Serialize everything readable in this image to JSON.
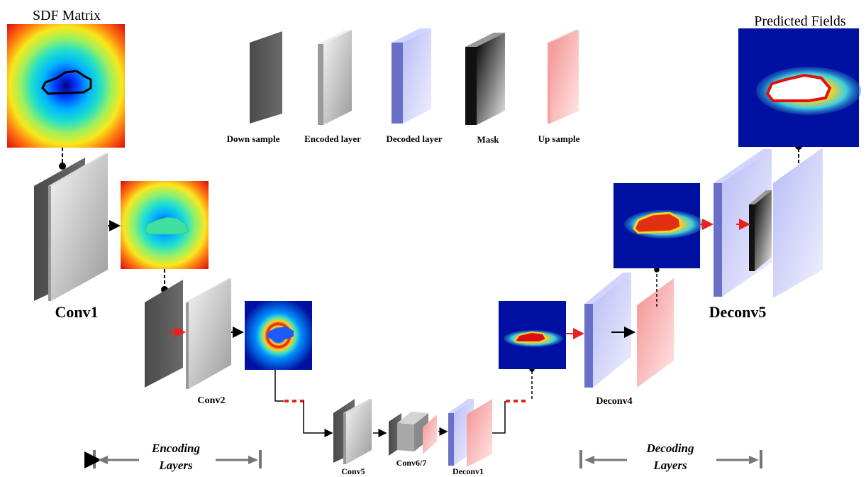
{
  "titles": {
    "input": "SDF Matrix",
    "output": "Predicted Fields"
  },
  "legend": {
    "down_sample": "Down sample",
    "encoded": "Encoded layer",
    "decoded": "Decoded layer",
    "mask": "Mask",
    "up_sample": "Up sample"
  },
  "layers": {
    "conv1": "Conv1",
    "conv2": "Conv2",
    "conv5": "Conv5",
    "conv67": "Conv6/7",
    "deconv1": "Deconv1",
    "deconv4": "Deconv4",
    "deconv5": "Deconv5"
  },
  "sections": {
    "encoding_line1": "Encoding",
    "encoding_line2": "Layers",
    "decoding_line1": "Decoding",
    "decoding_line2": "Layers"
  },
  "colors": {
    "down_sample": "#555555",
    "encoded": "#c8c8c8",
    "decoded": "#aab0f0",
    "mask": "#1a1a1a",
    "up_sample": "#f4a0a0",
    "arrow_red": "#e8211d",
    "connector_red": "#e8211d",
    "section_bar": "#777777"
  }
}
